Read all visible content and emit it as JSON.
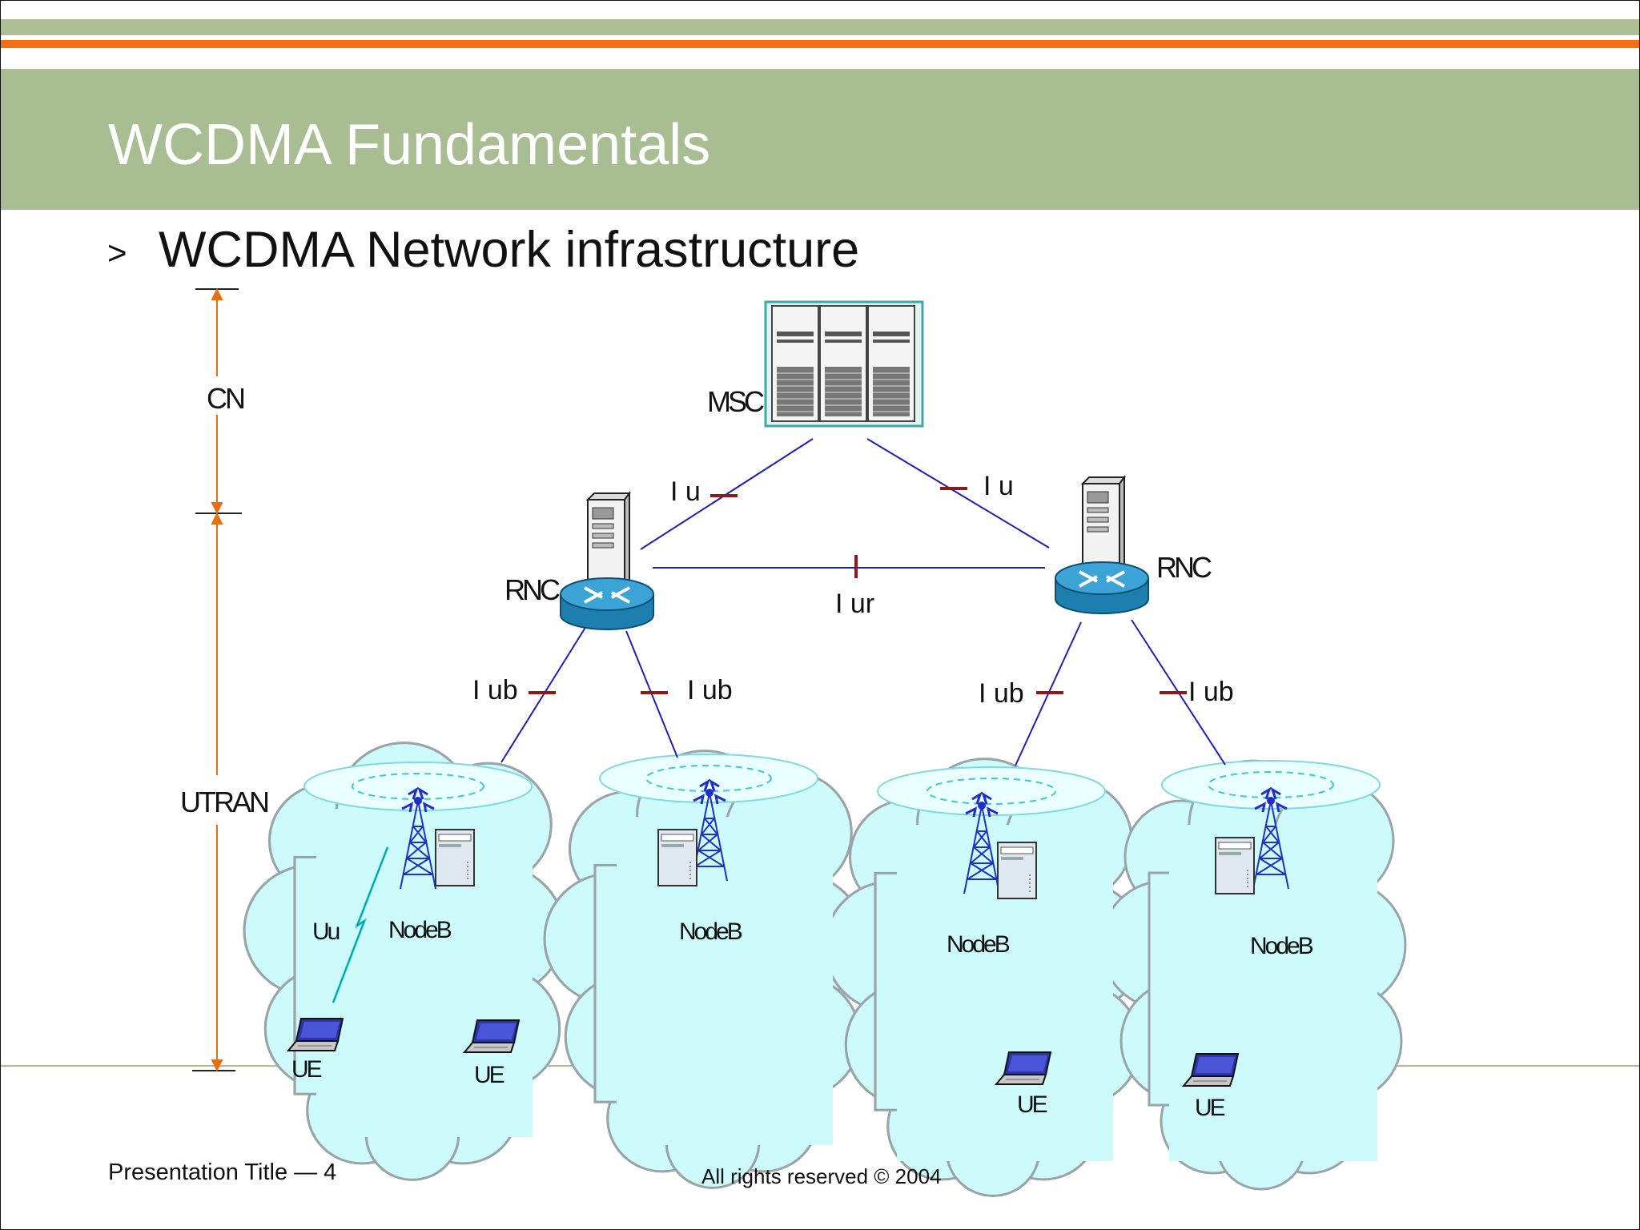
{
  "slide": {
    "title": "WCDMA Fundamentals",
    "bullet_marker": ">",
    "bullet": "WCDMA Network infrastructure",
    "footer_left": "Presentation Title — 4",
    "footer_center": "All rights reserved © 2004"
  },
  "diagram": {
    "domains": {
      "cn": "CN",
      "utran": "UTRAN"
    },
    "nodes": {
      "msc": "MSC",
      "rnc": "RNC",
      "nodeb": "NodeB",
      "ue": "UE"
    },
    "interfaces": {
      "iu": "I u",
      "iur": "I ur",
      "iub": "I ub",
      "uu": "Uu"
    }
  },
  "colors": {
    "title_band": "#a9bd92",
    "accent_orange": "#f46f12",
    "link_line": "#2020b0",
    "interface_mark": "#8b1a1a",
    "cloud_fill": "#cdfbfb"
  }
}
